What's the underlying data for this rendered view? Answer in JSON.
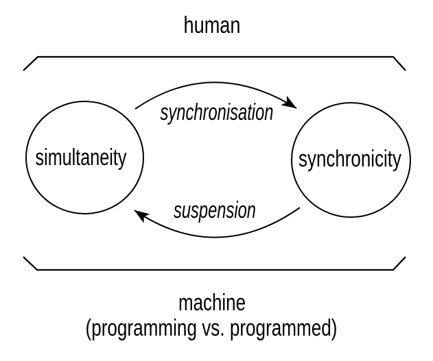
{
  "diagram": {
    "domain_top": {
      "label": "human"
    },
    "domain_bottom": {
      "label": "machine",
      "sublabel": "(programming vs. programmed)"
    },
    "nodes": {
      "left": {
        "label": "simultaneity"
      },
      "right": {
        "label": "synchronicity"
      }
    },
    "edges": {
      "forward": {
        "label": "synchronisation",
        "from": "simultaneity",
        "to": "synchronicity"
      },
      "backward": {
        "label": "suspension",
        "from": "synchronicity",
        "to": "simultaneity"
      }
    },
    "colors": {
      "stroke": "#000000",
      "text": "#000000",
      "background": "#ffffff"
    }
  }
}
